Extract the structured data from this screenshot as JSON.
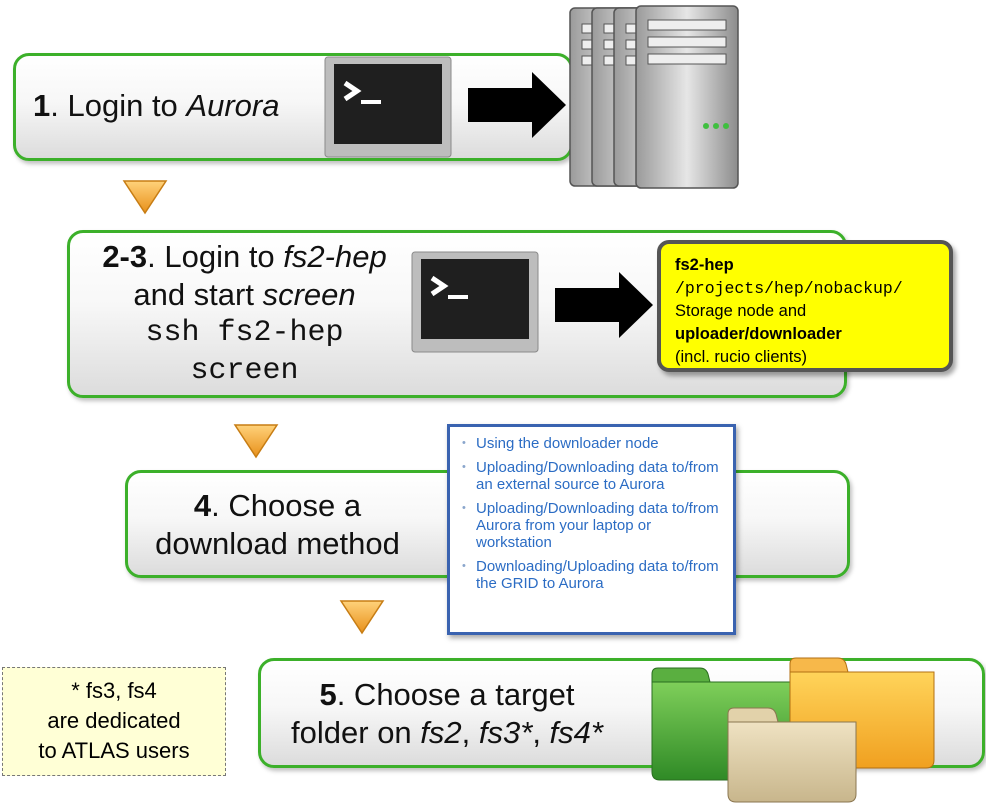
{
  "step1": {
    "number": "1",
    "text": ". Login to ",
    "italic": "Aurora"
  },
  "step2": {
    "number": "2-3",
    "text": ". Login to ",
    "italic": "fs2-hep",
    "line2_text": "and start ",
    "line2_italic": "screen",
    "cmd1": "ssh fs2-hep",
    "cmd2": "screen"
  },
  "callout": {
    "title": "fs2-hep",
    "path": "/projects/hep/nobackup/",
    "line3": "Storage node and",
    "line4": "uploader/downloader",
    "line5": "(incl. rucio clients)"
  },
  "step4": {
    "number": "4",
    "line1": ". Choose a",
    "line2": "download method"
  },
  "methods_panel": {
    "items": [
      "Using the downloader node",
      "Uploading/Downloading data to/from an external source to Aurora",
      "Uploading/Downloading data to/from Aurora from your laptop or workstation",
      "Downloading/Uploading data to/from the GRID to Aurora"
    ]
  },
  "step5": {
    "number": "5",
    "line1": ". Choose a target",
    "line2_text": "folder on ",
    "fs2": "fs2",
    "sep1": ", ",
    "fs3": "fs3*",
    "sep2": ", ",
    "fs4": "fs4*"
  },
  "note": {
    "line1": "* fs3, fs4",
    "line2": "are dedicated",
    "line3": "to ATLAS users"
  },
  "colors": {
    "step_border": "#3cb02a",
    "callout_bg": "#ffff00",
    "panel_border": "#3a63b0",
    "chevron": "#f6a92a"
  },
  "icons": [
    "terminal-icon",
    "right-arrow-icon",
    "server-rack-icon",
    "chevron-down-icon",
    "folder-icon"
  ]
}
